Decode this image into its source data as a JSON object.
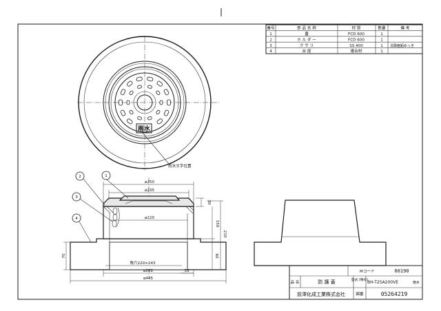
{
  "parts_table": {
    "headers": [
      "番号",
      "部 品 名 称",
      "材 質",
      "数量",
      "備 考"
    ],
    "rows": [
      [
        "1",
        "蓋",
        "FCD 600",
        "1",
        ""
      ],
      [
        "2",
        "ホ ル ダ ー",
        "FCD 600",
        "1",
        ""
      ],
      [
        "3",
        "ク サ リ",
        "SS 400",
        "1",
        "溶融亜鉛めっき"
      ],
      [
        "4",
        "台 座",
        "複合材",
        "1",
        ""
      ]
    ]
  },
  "plan_label": "雨水",
  "plan_callout": "雨水文字位置",
  "section": {
    "d250": "ø250",
    "d235": "ø235",
    "d220": "ø220",
    "rect": "角穴220×243",
    "d262": "ø262",
    "d445": "ø445",
    "d39": "39",
    "h30": "30",
    "h150": "150",
    "h210": "210",
    "h60": "60",
    "h70": "70",
    "balloons": [
      "1",
      "2",
      "3",
      "4"
    ]
  },
  "title_block": {
    "code_label": "Mコード",
    "code_value": "60190",
    "name_label": "品 名",
    "name_value": "防 護 蓋",
    "model_label": "型式\n(略号)",
    "model_value": "BH-T25A200VE",
    "model_note": "雨水",
    "company": "前澤化成工業株式会社",
    "drawing_label": "図番",
    "drawing_no": "05264219"
  }
}
